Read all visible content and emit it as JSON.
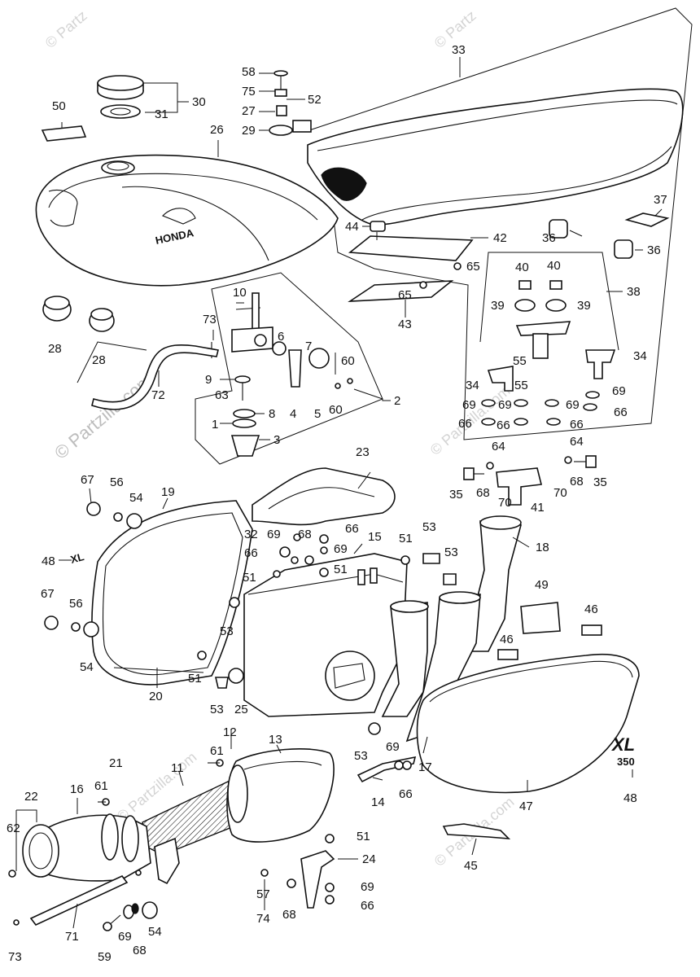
{
  "watermarks": {
    "copyright": "© Partzilla.com",
    "corner": "© Partz",
    "short": "Partzilla"
  },
  "brand_text": {
    "tank": "HONDA",
    "side_cover": "XL",
    "side_cover_sub": "350",
    "emblem": "XL"
  },
  "labels": [
    {
      "id": "c50",
      "text": "50"
    },
    {
      "id": "c31",
      "text": "31"
    },
    {
      "id": "c30",
      "text": "30"
    },
    {
      "id": "c26",
      "text": "26"
    },
    {
      "id": "c58",
      "text": "58"
    },
    {
      "id": "c75",
      "text": "75"
    },
    {
      "id": "c52",
      "text": "52"
    },
    {
      "id": "c27",
      "text": "27"
    },
    {
      "id": "c29",
      "text": "29"
    },
    {
      "id": "c33",
      "text": "33"
    },
    {
      "id": "c37",
      "text": "37"
    },
    {
      "id": "c36a",
      "text": "36"
    },
    {
      "id": "c36b",
      "text": "36"
    },
    {
      "id": "c44",
      "text": "44"
    },
    {
      "id": "c42",
      "text": "42"
    },
    {
      "id": "c65a",
      "text": "65"
    },
    {
      "id": "c65b",
      "text": "65"
    },
    {
      "id": "c43",
      "text": "43"
    },
    {
      "id": "c40a",
      "text": "40"
    },
    {
      "id": "c40b",
      "text": "40"
    },
    {
      "id": "c38",
      "text": "38"
    },
    {
      "id": "c39a",
      "text": "39"
    },
    {
      "id": "c39b",
      "text": "39"
    },
    {
      "id": "c28a",
      "text": "28"
    },
    {
      "id": "c28b",
      "text": "28"
    },
    {
      "id": "c10",
      "text": "10"
    },
    {
      "id": "c73a",
      "text": "73"
    },
    {
      "id": "c6",
      "text": "6"
    },
    {
      "id": "c7",
      "text": "7"
    },
    {
      "id": "c60a",
      "text": "60"
    },
    {
      "id": "c60b",
      "text": "60"
    },
    {
      "id": "c9",
      "text": "9"
    },
    {
      "id": "c72",
      "text": "72"
    },
    {
      "id": "c63",
      "text": "63"
    },
    {
      "id": "c8",
      "text": "8"
    },
    {
      "id": "c1",
      "text": "1"
    },
    {
      "id": "c3",
      "text": "3"
    },
    {
      "id": "c4",
      "text": "4"
    },
    {
      "id": "c5",
      "text": "5"
    },
    {
      "id": "c2",
      "text": "2"
    },
    {
      "id": "c34a",
      "text": "34"
    },
    {
      "id": "c34b",
      "text": "34"
    },
    {
      "id": "c55a",
      "text": "55"
    },
    {
      "id": "c55b",
      "text": "55"
    },
    {
      "id": "c69a",
      "text": "69"
    },
    {
      "id": "c69b",
      "text": "69"
    },
    {
      "id": "c69c",
      "text": "69"
    },
    {
      "id": "c69d",
      "text": "69"
    },
    {
      "id": "c66a",
      "text": "66"
    },
    {
      "id": "c66b",
      "text": "66"
    },
    {
      "id": "c66c",
      "text": "66"
    },
    {
      "id": "c66d",
      "text": "66"
    },
    {
      "id": "c64a",
      "text": "64"
    },
    {
      "id": "c64b",
      "text": "64"
    },
    {
      "id": "c35a",
      "text": "35"
    },
    {
      "id": "c35b",
      "text": "35"
    },
    {
      "id": "c68a",
      "text": "68"
    },
    {
      "id": "c68b",
      "text": "68"
    },
    {
      "id": "c70a",
      "text": "70"
    },
    {
      "id": "c70b",
      "text": "70"
    },
    {
      "id": "c41",
      "text": "41"
    },
    {
      "id": "c23",
      "text": "23"
    },
    {
      "id": "c67a",
      "text": "67"
    },
    {
      "id": "c56a",
      "text": "56"
    },
    {
      "id": "c54a",
      "text": "54"
    },
    {
      "id": "c19",
      "text": "19"
    },
    {
      "id": "c48a",
      "text": "48"
    },
    {
      "id": "c32",
      "text": "32"
    },
    {
      "id": "c69e",
      "text": "69"
    },
    {
      "id": "c68c",
      "text": "68"
    },
    {
      "id": "c66e",
      "text": "66"
    },
    {
      "id": "c66f",
      "text": "66"
    },
    {
      "id": "c69f",
      "text": "69"
    },
    {
      "id": "c15",
      "text": "15"
    },
    {
      "id": "c51a",
      "text": "51"
    },
    {
      "id": "c53a",
      "text": "53"
    },
    {
      "id": "c53b",
      "text": "53"
    },
    {
      "id": "c18",
      "text": "18"
    },
    {
      "id": "c51b",
      "text": "51"
    },
    {
      "id": "c51c",
      "text": "51"
    },
    {
      "id": "c67b",
      "text": "67"
    },
    {
      "id": "c56b",
      "text": "56"
    },
    {
      "id": "c54b",
      "text": "54"
    },
    {
      "id": "c53c",
      "text": "53"
    },
    {
      "id": "c49",
      "text": "49"
    },
    {
      "id": "c46a",
      "text": "46"
    },
    {
      "id": "c46b",
      "text": "46"
    },
    {
      "id": "c51d",
      "text": "51"
    },
    {
      "id": "c20",
      "text": "20"
    },
    {
      "id": "c53d",
      "text": "53"
    },
    {
      "id": "c25",
      "text": "25"
    },
    {
      "id": "c12",
      "text": "12"
    },
    {
      "id": "c13",
      "text": "13"
    },
    {
      "id": "c61a",
      "text": "61"
    },
    {
      "id": "c21",
      "text": "21"
    },
    {
      "id": "c11",
      "text": "11"
    },
    {
      "id": "c53e",
      "text": "53"
    },
    {
      "id": "c69g",
      "text": "69"
    },
    {
      "id": "c17",
      "text": "17"
    },
    {
      "id": "c22",
      "text": "22"
    },
    {
      "id": "c16",
      "text": "16"
    },
    {
      "id": "c61b",
      "text": "61"
    },
    {
      "id": "c14",
      "text": "14"
    },
    {
      "id": "c66g",
      "text": "66"
    },
    {
      "id": "c47",
      "text": "47"
    },
    {
      "id": "c48b",
      "text": "48"
    },
    {
      "id": "c62",
      "text": "62"
    },
    {
      "id": "c51e",
      "text": "51"
    },
    {
      "id": "c24",
      "text": "24"
    },
    {
      "id": "c45",
      "text": "45"
    },
    {
      "id": "c57",
      "text": "57"
    },
    {
      "id": "c69h",
      "text": "69"
    },
    {
      "id": "c66h",
      "text": "66"
    },
    {
      "id": "c71",
      "text": "71"
    },
    {
      "id": "c73b",
      "text": "73"
    },
    {
      "id": "c59",
      "text": "59"
    },
    {
      "id": "c69i",
      "text": "69"
    },
    {
      "id": "c68d",
      "text": "68"
    },
    {
      "id": "c54c",
      "text": "54"
    },
    {
      "id": "c74",
      "text": "74"
    },
    {
      "id": "c68e",
      "text": "68"
    }
  ]
}
